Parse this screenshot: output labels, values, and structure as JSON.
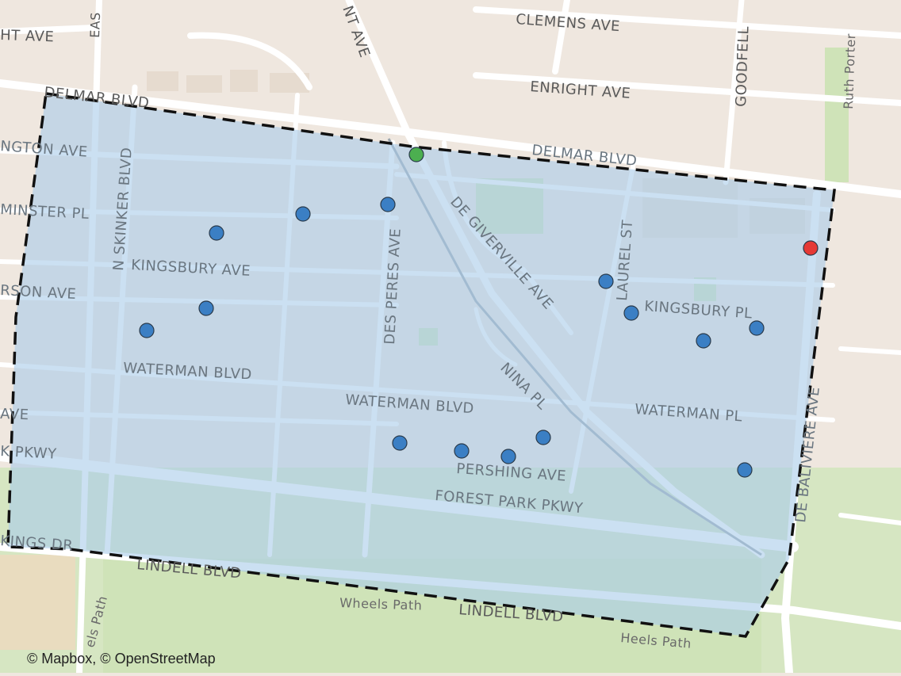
{
  "map": {
    "attribution": "© Mapbox, © OpenStreetMap",
    "colors": {
      "land": "#efe7df",
      "road": "#ffffff",
      "park": "#cfe3b8",
      "area_fill": "#a9cbea",
      "area_border": "#111111",
      "point_default": "#3b7fc4",
      "point_start": "#4caf50",
      "point_end": "#e53935"
    },
    "street_labels": {
      "clemens": "CLEMENS AVE",
      "enright": "ENRIGHT AVE",
      "goodfellow": "GOODFELL",
      "ruth_porter": "Ruth Porter",
      "delmar_w": "DELMAR BLVD",
      "delmar_e": "DELMAR BLVD",
      "ht_ave": "HT AVE",
      "eas": "EAS",
      "nt_ave": "NT AVE",
      "ngton": "NGTON AVE",
      "minster": "MINSTER PL",
      "skinker": "N SKINKER BLVD",
      "kingsbury_ave": "KINGSBURY AVE",
      "rson": "RSON AVE",
      "waterman_blvd_w": "WATERMAN BLVD",
      "waterman_blvd_c": "WATERMAN BLVD",
      "ave_frag": "AVE",
      "k_pkwy": "K PKWY",
      "des_peres": "DES PERES AVE",
      "de_giverville": "DE GIVERVILLE AVE",
      "laurel": "LAUREL ST",
      "kingsbury_pl": "KINGSBURY PL",
      "nina": "NINA PL",
      "waterman_pl": "WATERMAN PL",
      "pershing": "PERSHING AVE",
      "forest_park": "FOREST PARK PKWY",
      "de_baliviere": "DE BALIVIERE AVE",
      "kings_dr": "KINGS DR",
      "lindell_w": "LINDELL BLVD",
      "lindell_e": "LINDELL BLVD",
      "wheels_path": "Wheels Path",
      "heels_path": "Heels Path",
      "els_path": "els Path"
    },
    "points": [
      {
        "id": "p1",
        "role": "start"
      },
      {
        "id": "p2",
        "role": "end"
      },
      {
        "id": "p3",
        "role": "default"
      },
      {
        "id": "p4",
        "role": "default"
      },
      {
        "id": "p5",
        "role": "default"
      },
      {
        "id": "p6",
        "role": "default"
      },
      {
        "id": "p7",
        "role": "default"
      },
      {
        "id": "p8",
        "role": "default"
      },
      {
        "id": "p9",
        "role": "default"
      },
      {
        "id": "p10",
        "role": "default"
      },
      {
        "id": "p11",
        "role": "default"
      },
      {
        "id": "p12",
        "role": "default"
      },
      {
        "id": "p13",
        "role": "default"
      },
      {
        "id": "p14",
        "role": "default"
      },
      {
        "id": "p15",
        "role": "default"
      },
      {
        "id": "p16",
        "role": "default"
      },
      {
        "id": "p17",
        "role": "default"
      }
    ]
  }
}
